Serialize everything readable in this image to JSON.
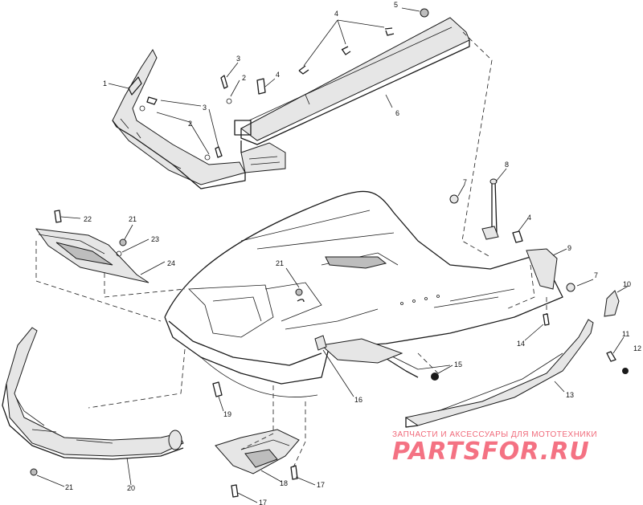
{
  "diagram": {
    "callouts": [
      {
        "id": "c1",
        "text": "1"
      },
      {
        "id": "c2a",
        "text": "2"
      },
      {
        "id": "c2b",
        "text": "2"
      },
      {
        "id": "c3a",
        "text": "3"
      },
      {
        "id": "c3b",
        "text": "3"
      },
      {
        "id": "c4a",
        "text": "4"
      },
      {
        "id": "c4b",
        "text": "4"
      },
      {
        "id": "c4c",
        "text": "4"
      },
      {
        "id": "c5",
        "text": "5"
      },
      {
        "id": "c6",
        "text": "6"
      },
      {
        "id": "c7a",
        "text": "7"
      },
      {
        "id": "c7b",
        "text": "7"
      },
      {
        "id": "c8",
        "text": "8"
      },
      {
        "id": "c9",
        "text": "9"
      },
      {
        "id": "c10",
        "text": "10"
      },
      {
        "id": "c11",
        "text": "11"
      },
      {
        "id": "c12",
        "text": "12"
      },
      {
        "id": "c13",
        "text": "13"
      },
      {
        "id": "c14",
        "text": "14"
      },
      {
        "id": "c15",
        "text": "15"
      },
      {
        "id": "c16",
        "text": "16"
      },
      {
        "id": "c17a",
        "text": "17"
      },
      {
        "id": "c17b",
        "text": "17"
      },
      {
        "id": "c18",
        "text": "18"
      },
      {
        "id": "c19",
        "text": "19"
      },
      {
        "id": "c20",
        "text": "20"
      },
      {
        "id": "c21a",
        "text": "21"
      },
      {
        "id": "c21b",
        "text": "21"
      },
      {
        "id": "c21c",
        "text": "21"
      },
      {
        "id": "c22",
        "text": "22"
      },
      {
        "id": "c23",
        "text": "23"
      },
      {
        "id": "c24",
        "text": "24"
      }
    ]
  },
  "watermark": {
    "tagline": "ЗАПЧАСТИ И АКСЕССУАРЫ ДЛЯ МОТОТЕХНИКИ",
    "brand": "PARTSFOR.RU"
  },
  "colors": {
    "line": "#1a1a1a",
    "watermark": "#f1435a"
  }
}
